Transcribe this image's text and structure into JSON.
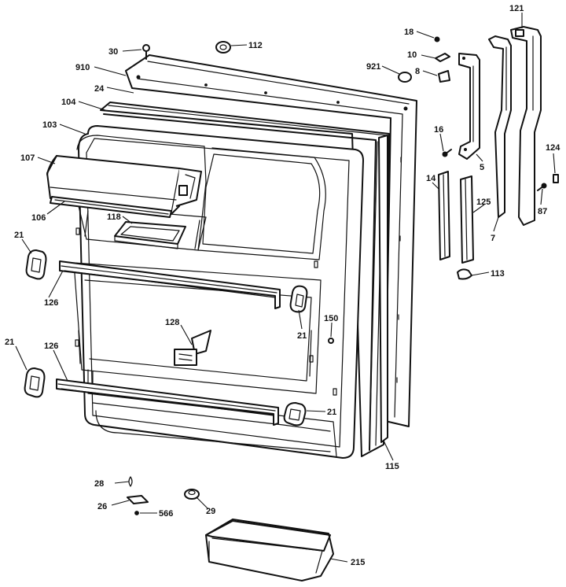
{
  "callouts": {
    "c30": "30",
    "c112": "112",
    "c910": "910",
    "c24": "24",
    "c104": "104",
    "c103": "103",
    "c107": "107",
    "c106": "106",
    "c118": "118",
    "c21a": "21",
    "c21b": "21",
    "c21c": "21",
    "c21d": "21",
    "c126a": "126",
    "c126b": "126",
    "c128": "128",
    "c150": "150",
    "c18": "18",
    "c10": "10",
    "c8": "8",
    "c921": "921",
    "c16": "16",
    "c5": "5",
    "c14": "14",
    "c125": "125",
    "c113": "113",
    "c121": "121",
    "c124": "124",
    "c87": "87",
    "c7": "7",
    "c115": "115",
    "c28": "28",
    "c26": "26",
    "c566": "566",
    "c29": "29",
    "c215": "215"
  }
}
